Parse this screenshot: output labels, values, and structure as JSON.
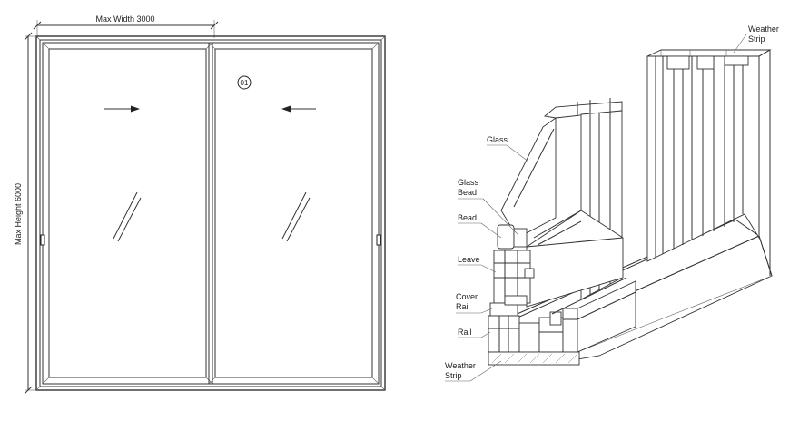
{
  "elevation": {
    "width_label": "Max Width 3000",
    "height_label": "Max Height 6000",
    "panel_tag": "01"
  },
  "section": {
    "labels": {
      "glass": "Glass",
      "glass_bead_1": "Glass",
      "glass_bead_2": "Bead",
      "bead": "Bead",
      "leave": "Leave",
      "cover_rail_1": "Cover",
      "cover_rail_2": "Rail",
      "rail": "Rail",
      "weather_strip_bottom_1": "Weather",
      "weather_strip_bottom_2": "Strip",
      "weather_strip_top_1": "Weather",
      "weather_strip_top_2": "Strip"
    }
  },
  "colors": {
    "line": "#333333",
    "background": "#ffffff"
  }
}
